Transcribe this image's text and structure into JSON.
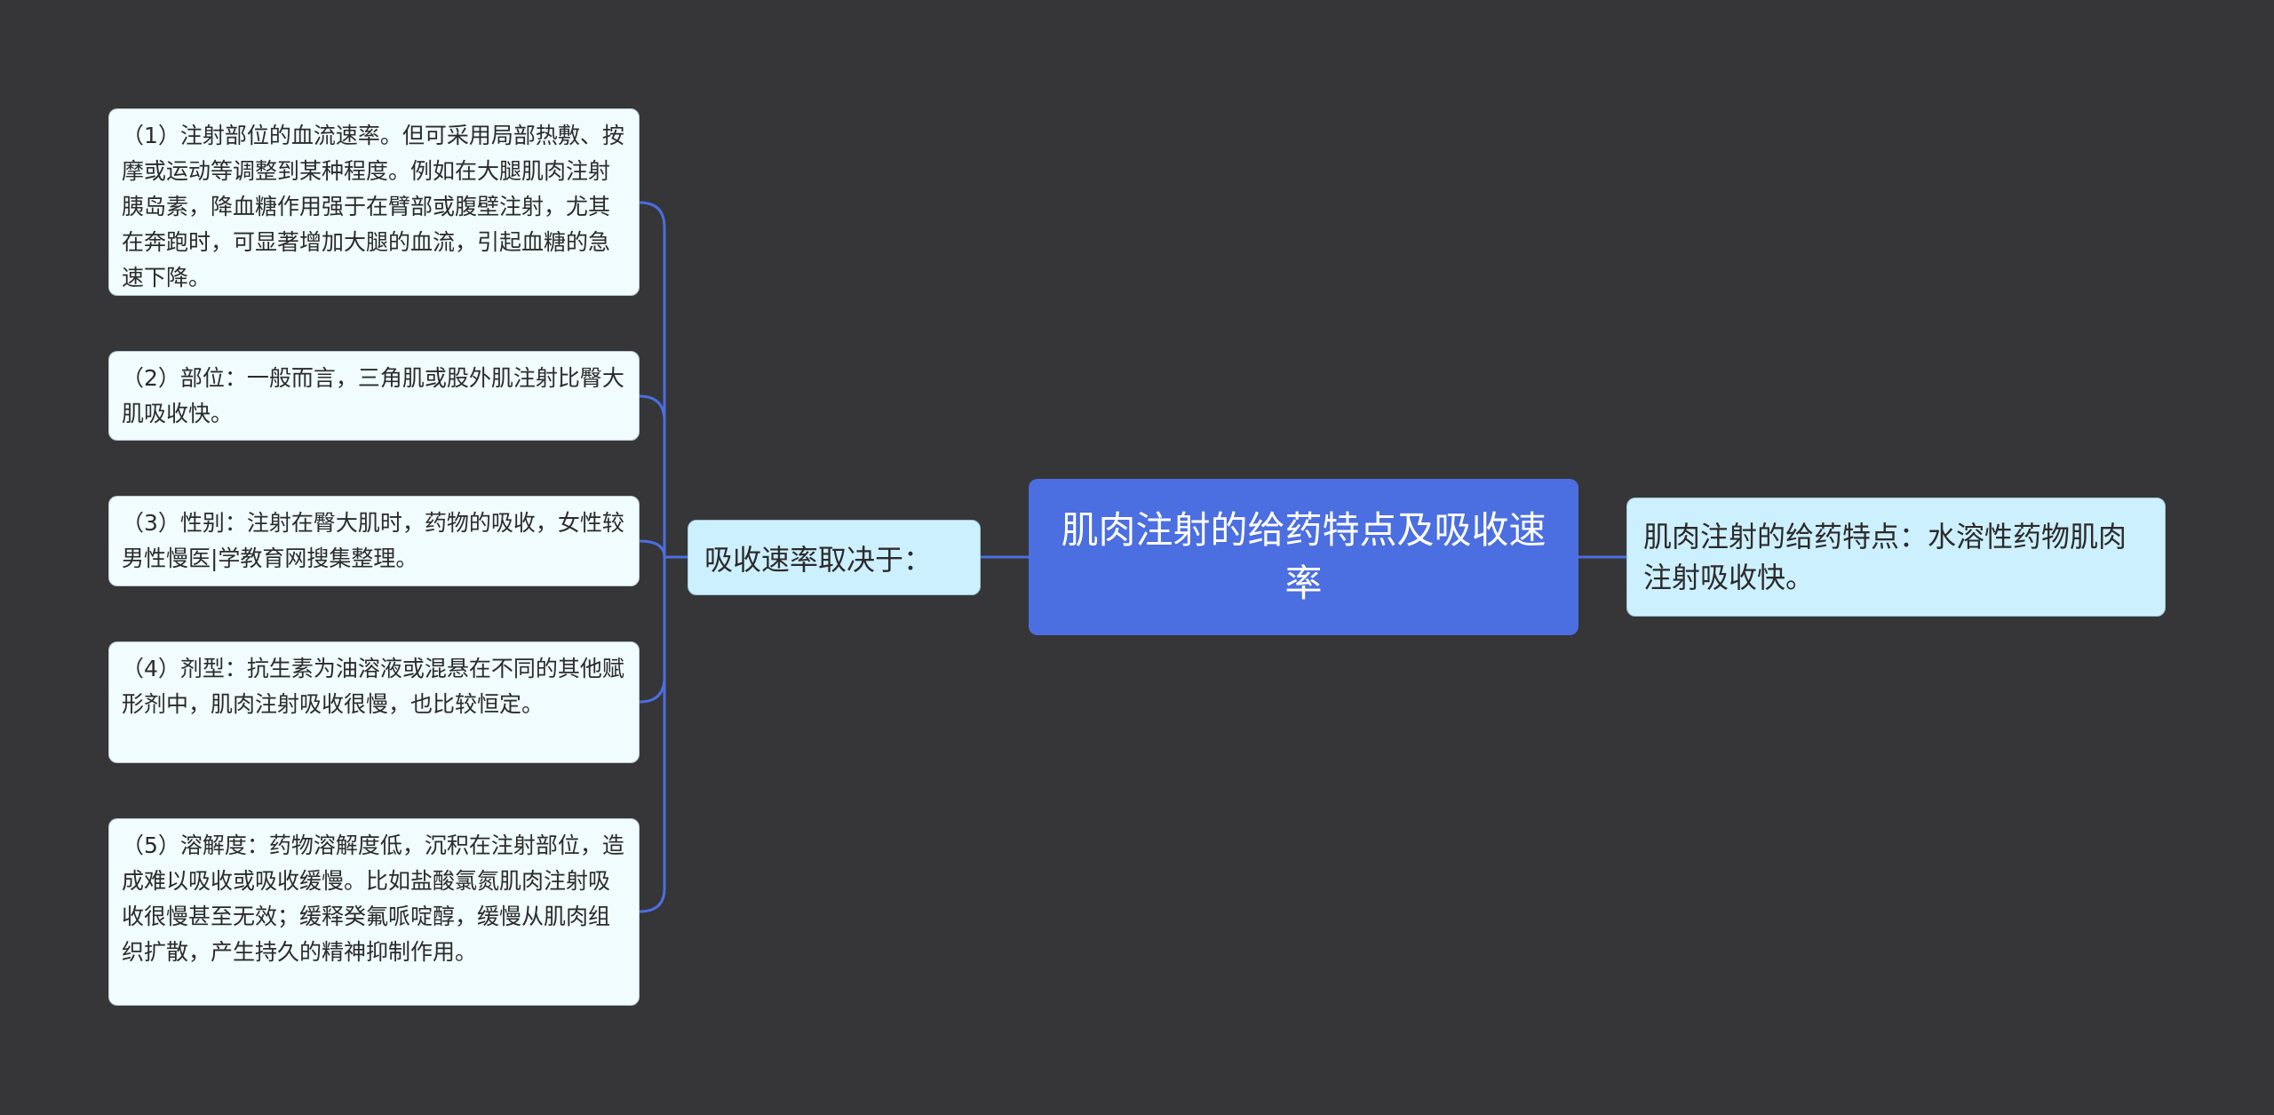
{
  "root": {
    "text": "肌肉注射的给药特点及吸收速率"
  },
  "branch_left": {
    "text": "吸收速率取决于："
  },
  "branch_right": {
    "text": "肌肉注射的给药特点：水溶性药物肌肉注射吸收快。"
  },
  "leaves": [
    "（1）注射部位的血流速率。但可采用局部热敷、按摩或运动等调整到某种程度。例如在大腿肌肉注射胰岛素，降血糖作用强于在臂部或腹壁注射，尤其在奔跑时，可显著增加大腿的血流，引起血糖的急速下降。",
    "（2）部位：一般而言，三角肌或股外肌注射比臀大肌吸收快。",
    "（3）性别：注射在臀大肌时，药物的吸收，女性较男性慢医|学教育网搜集整理。",
    "（4）剂型：抗生素为油溶液或混悬在不同的其他赋形剂中，肌肉注射吸收很慢，也比较恒定。",
    "（5）溶解度：药物溶解度低，沉积在注射部位，造成难以吸收或吸收缓慢。比如盐酸氯氮肌肉注射吸收很慢甚至无效；缓释癸氟哌啶醇，缓慢从肌肉组织扩散，产生持久的精神抑制作用。"
  ],
  "colors": {
    "background": "#363537",
    "root": "#4b6ee0",
    "line": "#4b6ee0",
    "branch": "#cdf0ff",
    "leaf": "#f1fcfe"
  }
}
